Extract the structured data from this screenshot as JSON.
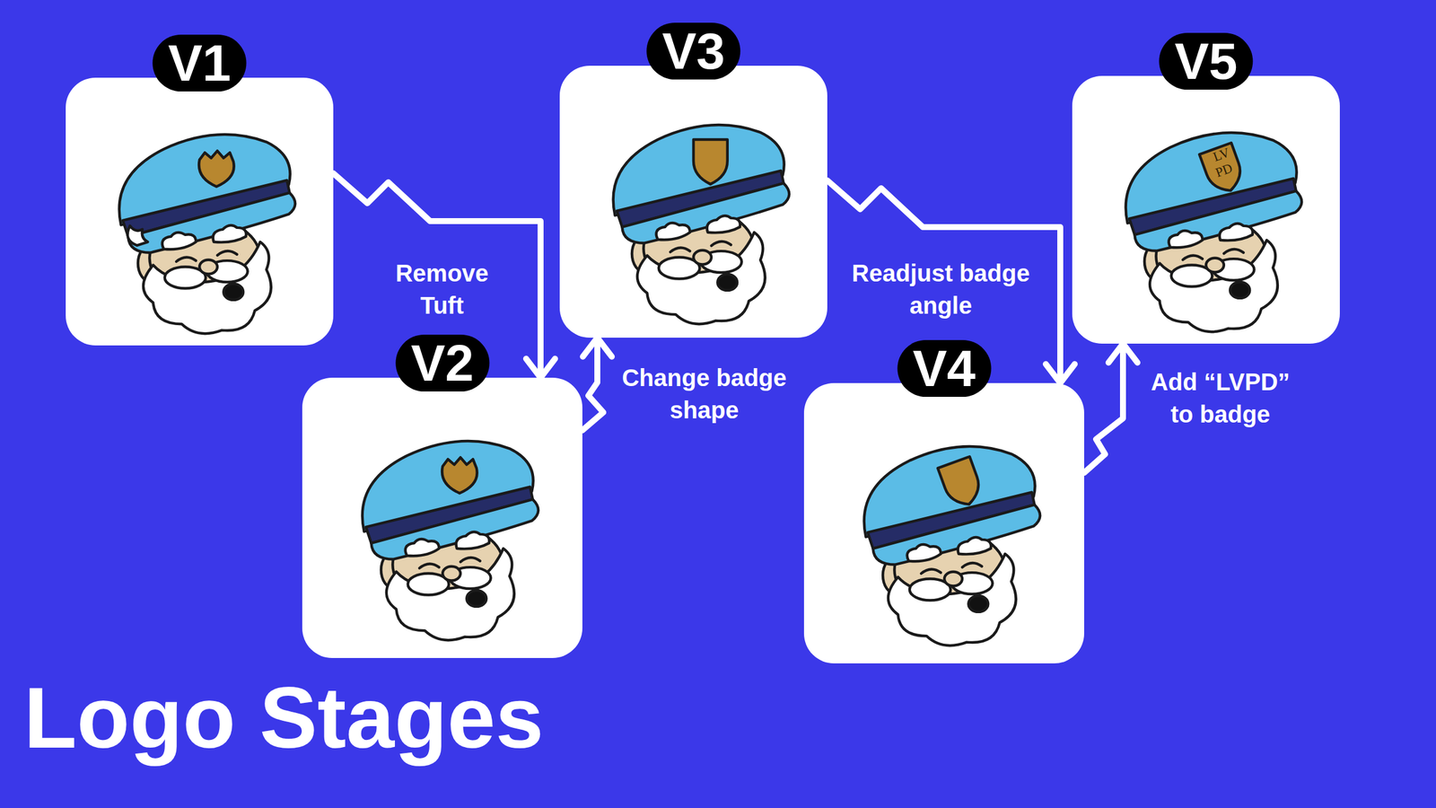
{
  "diagram": {
    "title": "Logo Stages",
    "nodes": [
      {
        "text": [
          "V1"
        ]
      },
      {
        "text": [
          "V2"
        ]
      },
      {
        "text": [
          "V3"
        ]
      },
      {
        "text": [
          "V4"
        ]
      },
      {
        "text": [
          "V5"
        ]
      }
    ],
    "edges": [
      {
        "from": 0,
        "to": 1,
        "arrow": "to",
        "label": "Remove Tuft"
      },
      {
        "from": 1,
        "to": 2,
        "arrow": "to",
        "label": "Change badge shape"
      },
      {
        "from": 2,
        "to": 3,
        "arrow": "to",
        "label": "Readjust badge angle"
      },
      {
        "from": 3,
        "to": 4,
        "arrow": "to",
        "label": "Add “LVPD” to badge"
      }
    ],
    "labels": [
      "LV",
      "PD"
    ]
  }
}
